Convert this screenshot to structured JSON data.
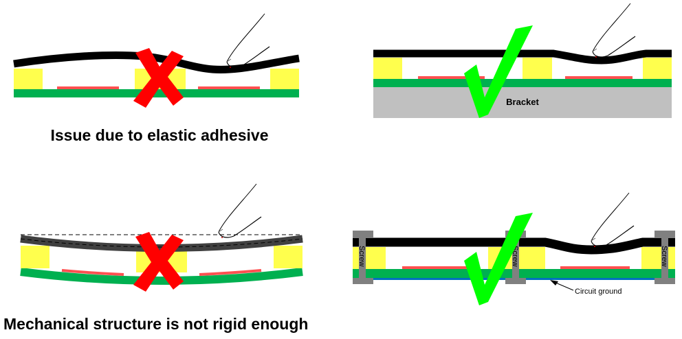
{
  "panels": [
    {
      "caption": "Issue due to elastic adhesive",
      "verdict": "cross"
    },
    {
      "label_bracket": "Bracket",
      "verdict": "check"
    },
    {
      "caption": "Mechanical structure is not rigid enough",
      "verdict": "cross"
    },
    {
      "screw_label": "Screw",
      "ground_label": "Circuit ground",
      "verdict": "check"
    }
  ],
  "colors": {
    "cover": "#000000",
    "adhesive": "#ffff4d",
    "pcb": "#00b050",
    "sensor_pad": "#ff5050",
    "bracket": "#c0c0c0",
    "screw": "#808080",
    "ground": "#0070c0",
    "cross": "#ff0000",
    "check": "#00ff00"
  }
}
